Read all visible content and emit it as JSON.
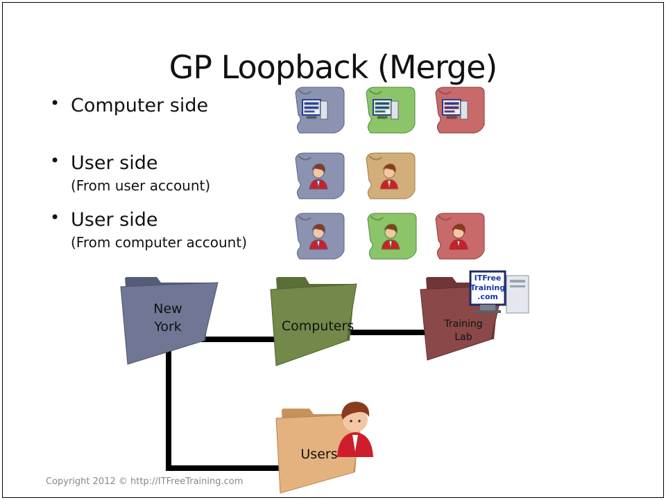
{
  "title": "GP Loopback (Merge)",
  "bullets": [
    {
      "text": "Computer side",
      "sub": ""
    },
    {
      "text": "User side",
      "sub": "(From user account)"
    },
    {
      "text": "User side",
      "sub": "(From computer account)"
    }
  ],
  "folders": {
    "new_york": {
      "line1": "New",
      "line2": "York"
    },
    "computers": "Computers",
    "training_lab": {
      "line1": "Training",
      "line2": "Lab"
    },
    "users": "Users"
  },
  "computer_icon_text": {
    "line1": "ITFree",
    "line2": "Training",
    "line3": ".com"
  },
  "copyright": "Copyright 2012 © http://ITFreeTraining.com",
  "colors": {
    "policy_blue": "#8B93B0",
    "policy_green": "#8CC46A",
    "policy_red": "#C86A6A",
    "policy_tan": "#D2AE7A",
    "folder_new_york": "#6F7794",
    "folder_computers": "#72894A",
    "folder_training_lab": "#8A4848",
    "folder_users": "#E3B27E"
  }
}
